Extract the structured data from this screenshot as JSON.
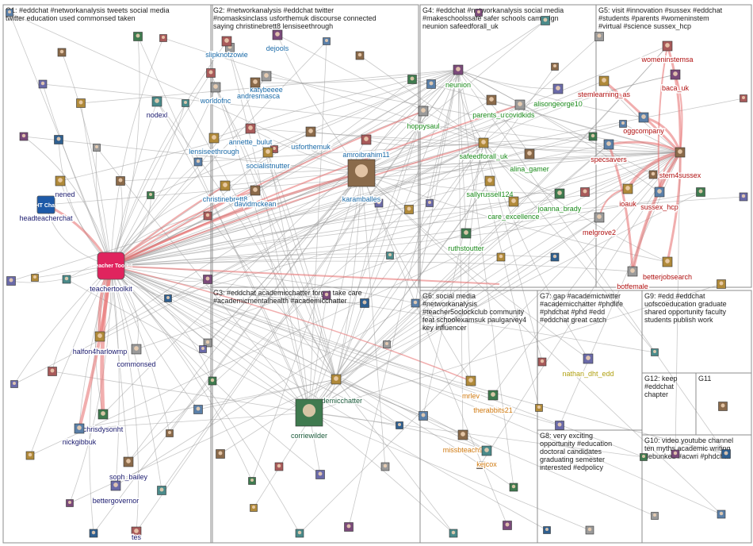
{
  "groups": [
    {
      "id": "G1",
      "text": "G1: #eddchat #networkanalysis tweets social media twitter education used commonsed taken"
    },
    {
      "id": "G2",
      "text": "G2: #networkanalysis #eddchat twitter #nomasksinclass usforthemuk discourse connected saying christinebrett8 lensiseethrough"
    },
    {
      "id": "G4",
      "text": "G4: #eddchat #networkanalysis social media #makeschoolssafe safer schools campaign neunion safeedforall_uk"
    },
    {
      "id": "G5",
      "text": "G5: visit #innovation #sussex #eddchat #students #parents #womeninstem #virtual #science sussex_hcp"
    },
    {
      "id": "G3",
      "text": "G3: #eddchat academicchatter forget take care #academicmentalhealth #academicchatter"
    },
    {
      "id": "G6",
      "text": "G6: social media #networkanalysis #teacher5oclockclub community feat schoolexamsuk paulgarvey4 key influencer"
    },
    {
      "id": "G7",
      "text": "G7: gap #academictwitter #academicchatter #phdlife #phdchat #phd #edd #eddchat great catch"
    },
    {
      "id": "G9",
      "text": "G9: #edd #eddchat uofscoeducation graduate shared opportunity faculty students publish work"
    },
    {
      "id": "G8",
      "text": "G8: very exciting opportunity #education doctoral candidates graduating semester interested #edpolicy"
    },
    {
      "id": "G12",
      "text": "G12: keep #eddchat chapter"
    },
    {
      "id": "G11",
      "text": "G11"
    },
    {
      "id": "G10",
      "text": "G10: video youtube channel ten myths academic writing debunked #acwri #phdchat"
    }
  ],
  "nodes": [
    {
      "id": "teachertoolkit",
      "label": "teachertoolkit",
      "group": "G1",
      "color": "#1a1a6e",
      "badge": "#Teacher Toolkit",
      "badge_color": "#e0245e",
      "size": "large"
    },
    {
      "id": "headteacherchat",
      "label": "headteacherchat",
      "group": "G1",
      "color": "#1a1a6e",
      "badge": "HT Chat",
      "badge_color": "#1e5aa8"
    },
    {
      "id": "nened",
      "label": "nened",
      "group": "G1",
      "color": "#1a1a6e"
    },
    {
      "id": "nodexl",
      "label": "nodexl",
      "group": "G1",
      "color": "#1a1a6e"
    },
    {
      "id": "halfon4harlowmp",
      "label": "halfon4harlowmp",
      "group": "G1",
      "color": "#1a1a6e"
    },
    {
      "id": "commonsed",
      "label": "commonsed",
      "group": "G1",
      "color": "#1a1a6e"
    },
    {
      "id": "chrisdysonht",
      "label": "chrisdysonht",
      "group": "G1",
      "color": "#1a1a6e"
    },
    {
      "id": "nickgibbuk",
      "label": "nickgibbuk",
      "group": "G1",
      "color": "#1a1a6e"
    },
    {
      "id": "soph_bailey",
      "label": "soph_bailey",
      "group": "G1",
      "color": "#1a1a6e"
    },
    {
      "id": "bettergovernor",
      "label": "bettergovernor",
      "group": "G1",
      "color": "#1a1a6e"
    },
    {
      "id": "tes",
      "label": "tes",
      "group": "G1",
      "color": "#1a1a6e"
    },
    {
      "id": "slipknotzowie",
      "label": "slipknotzowie",
      "group": "G2",
      "color": "#1a6aa8"
    },
    {
      "id": "dejools",
      "label": "dejools",
      "group": "G2",
      "color": "#1a6aa8"
    },
    {
      "id": "katybeeee",
      "label": "katybeeee",
      "group": "G2",
      "color": "#1a6aa8"
    },
    {
      "id": "andresmasca",
      "label": "andresmasca",
      "group": "G2",
      "color": "#1a6aa8"
    },
    {
      "id": "worldofnc",
      "label": "worldofnc",
      "group": "G2",
      "color": "#1a6aa8"
    },
    {
      "id": "annette_bulut",
      "label": "annette_bulut",
      "group": "G2",
      "color": "#1a6aa8"
    },
    {
      "id": "usforthemuk",
      "label": "usforthemuk",
      "group": "G2",
      "color": "#1a6aa8"
    },
    {
      "id": "lensiseethrough",
      "label": "lensiseethrough",
      "group": "G2",
      "color": "#1a6aa8"
    },
    {
      "id": "socialistnutter",
      "label": "socialistnutter",
      "group": "G2",
      "color": "#1a6aa8"
    },
    {
      "id": "amroibrahim11",
      "label": "amroibrahim11",
      "group": "G2",
      "color": "#1a6aa8"
    },
    {
      "id": "christinebrett8",
      "label": "christinebrett8",
      "group": "G2",
      "color": "#1a6aa8"
    },
    {
      "id": "davidmckean",
      "label": "davidmckean",
      "group": "G2",
      "color": "#1a6aa8"
    },
    {
      "id": "karamballes",
      "label": "karamballes",
      "group": "G2",
      "color": "#1a6aa8",
      "size": "large"
    },
    {
      "id": "neunion",
      "label": "neunion",
      "group": "G4",
      "color": "#1a8a1a"
    },
    {
      "id": "parents_utd",
      "label": "parents_utd",
      "group": "G4",
      "color": "#1a8a1a"
    },
    {
      "id": "alisongeorge10",
      "label": "alisongeorge10",
      "group": "G4",
      "color": "#1a8a1a"
    },
    {
      "id": "hoppysaul",
      "label": "hoppysaul",
      "group": "G4",
      "color": "#1a8a1a"
    },
    {
      "id": "covidkids",
      "label": "covidkids",
      "group": "G4",
      "color": "#1a8a1a"
    },
    {
      "id": "safeedforall_uk",
      "label": "safeedforall_uk",
      "group": "G4",
      "color": "#1a8a1a"
    },
    {
      "id": "alina_gamer",
      "label": "alina_gamer",
      "group": "G4",
      "color": "#1a8a1a"
    },
    {
      "id": "sallyrussell124",
      "label": "sallyrussell124",
      "group": "G4",
      "color": "#1a8a1a"
    },
    {
      "id": "joanna_brady",
      "label": "joanna_brady",
      "group": "G4",
      "color": "#1a8a1a"
    },
    {
      "id": "care_excellence",
      "label": "care_excellence",
      "group": "G4",
      "color": "#1a8a1a"
    },
    {
      "id": "ruthstoutter",
      "label": "ruthstoutter",
      "group": "G4",
      "color": "#1a8a1a"
    },
    {
      "id": "womeninstemsa",
      "label": "womeninstemsa",
      "group": "G5",
      "color": "#b01010"
    },
    {
      "id": "baca_uk",
      "label": "baca_uk",
      "group": "G5",
      "color": "#b01010"
    },
    {
      "id": "stemlearning_as",
      "label": "stemlearning_as",
      "group": "G5",
      "color": "#b01010"
    },
    {
      "id": "oggcompany",
      "label": "oggcompany",
      "group": "G5",
      "color": "#b01010"
    },
    {
      "id": "specsavers",
      "label": "specsavers",
      "group": "G5",
      "color": "#b01010"
    },
    {
      "id": "stem4sussex",
      "label": "stem4sussex",
      "group": "G5",
      "color": "#b01010"
    },
    {
      "id": "ioauk",
      "label": "ioauk",
      "group": "G5",
      "color": "#b01010"
    },
    {
      "id": "sussex_hcp",
      "label": "sussex_hcp",
      "group": "G5",
      "color": "#b01010"
    },
    {
      "id": "melgrove2",
      "label": "melgrove2",
      "group": "G5",
      "color": "#b01010"
    },
    {
      "id": "betterjobsearch",
      "label": "betterjobsearch",
      "group": "G5",
      "color": "#b01010"
    },
    {
      "id": "botfemale",
      "label": "botfemale",
      "group": "G5",
      "color": "#b01010"
    },
    {
      "id": "academicchatter",
      "label": "academicchatter",
      "group": "G3",
      "color": "#1a5a3a"
    },
    {
      "id": "corriewilder",
      "label": "corriewilder",
      "group": "G3",
      "color": "#1a5a3a",
      "size": "large"
    },
    {
      "id": "mrlev",
      "label": "mrlev",
      "group": "G6",
      "color": "#d07a10"
    },
    {
      "id": "therabbits21",
      "label": "therabbits21",
      "group": "G6",
      "color": "#d07a10"
    },
    {
      "id": "missbteach9",
      "label": "missbteach9",
      "group": "G6",
      "color": "#d07a10"
    },
    {
      "id": "kejcox",
      "label": "kejcox",
      "group": "G6",
      "color": "#d07a10"
    },
    {
      "id": "nathan_dht_edd",
      "label": "nathan_dht_edd",
      "group": "G7",
      "color": "#b0a010"
    }
  ]
}
